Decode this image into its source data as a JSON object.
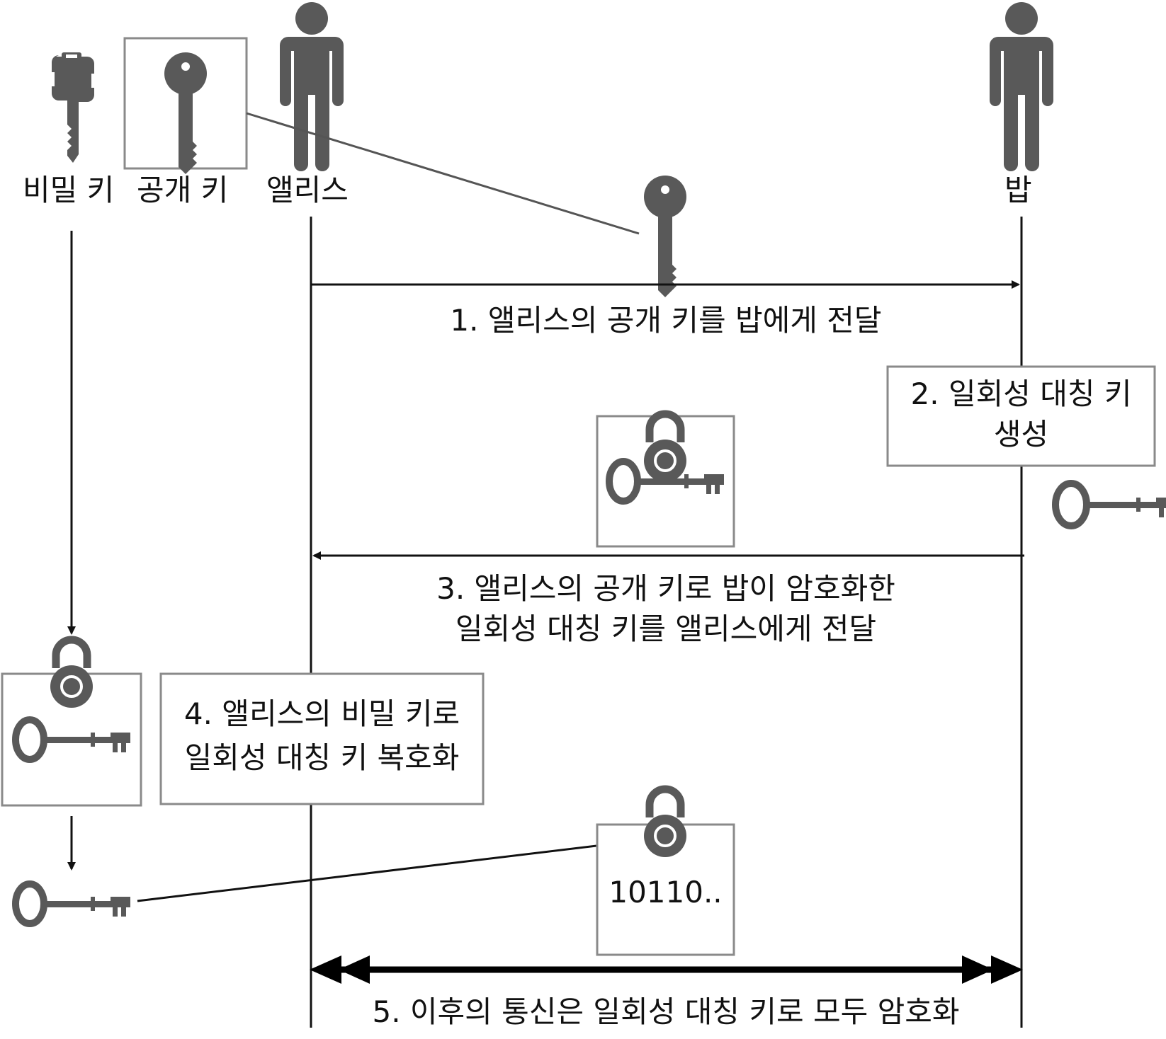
{
  "labels": {
    "secret_key": "비밀 키",
    "public_key": "공개 키",
    "alice": "앨리스",
    "bob": "밥"
  },
  "steps": {
    "step1": "1. 앨리스의 공개 키를 밥에게 전달",
    "step2_line1": "2. 일회성 대칭 키",
    "step2_line2": "생성",
    "step3_line1": "3. 앨리스의 공개 키로 밥이 암호화한",
    "step3_line2": "일회성 대칭 키를 앨리스에게 전달",
    "step4_line1": "4. 앨리스의 비밀 키로",
    "step4_line2": "일회성 대칭 키 복호화",
    "step5": "5. 이후의 통신은 일회성 대칭 키로 모두 암호화"
  },
  "encrypted_data": "10110..",
  "colors": {
    "icon": "#595959",
    "box_border": "#8a8a8a",
    "line": "#111111"
  },
  "icons": [
    "person-icon",
    "secret-key-icon",
    "public-key-icon",
    "padlock-icon",
    "skeleton-key-icon"
  ]
}
